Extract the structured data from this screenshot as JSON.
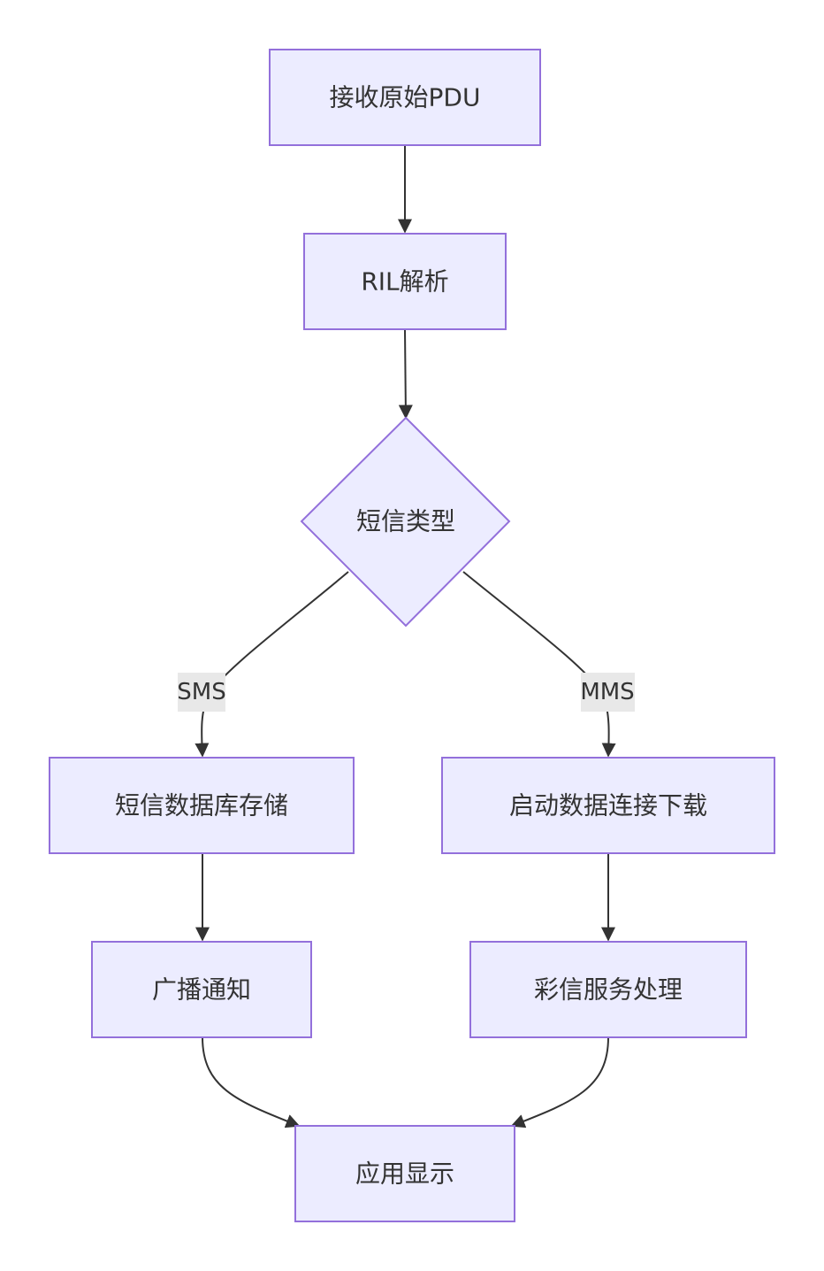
{
  "colors": {
    "node_fill": "#ECECFF",
    "node_stroke": "#9370DB",
    "edge_stroke": "#333333",
    "edge_label_bg": "#E8E8E8",
    "text": "#333333"
  },
  "nodes": {
    "receive_pdu": "接收原始PDU",
    "ril_parse": "RIL解析",
    "sms_type": "短信类型",
    "sms_db_store": "短信数据库存储",
    "start_data_download": "启动数据连接下载",
    "broadcast_notify": "广播通知",
    "mms_service": "彩信服务处理",
    "app_display": "应用显示"
  },
  "edge_labels": {
    "sms": "SMS",
    "mms": "MMS"
  }
}
